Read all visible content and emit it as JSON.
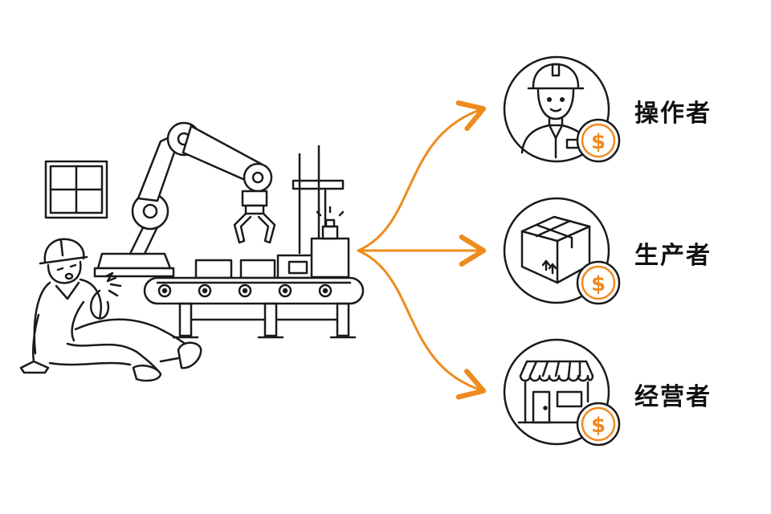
{
  "colors": {
    "ink": "#1a1a1a",
    "accent": "#ef8a1f",
    "background": "#ffffff"
  },
  "left_scene": {
    "icons": [
      "injured-worker-icon",
      "robot-arm-icon",
      "conveyor-belt-icon",
      "factory-window-icon",
      "warning-light-icon"
    ]
  },
  "targets": [
    {
      "id": "operator",
      "label": "操作者",
      "icon": "worker-icon",
      "badge": "$"
    },
    {
      "id": "producer",
      "label": "生产者",
      "icon": "box-icon",
      "badge": "$"
    },
    {
      "id": "seller",
      "label": "经营者",
      "icon": "storefront-icon",
      "badge": "$"
    }
  ]
}
